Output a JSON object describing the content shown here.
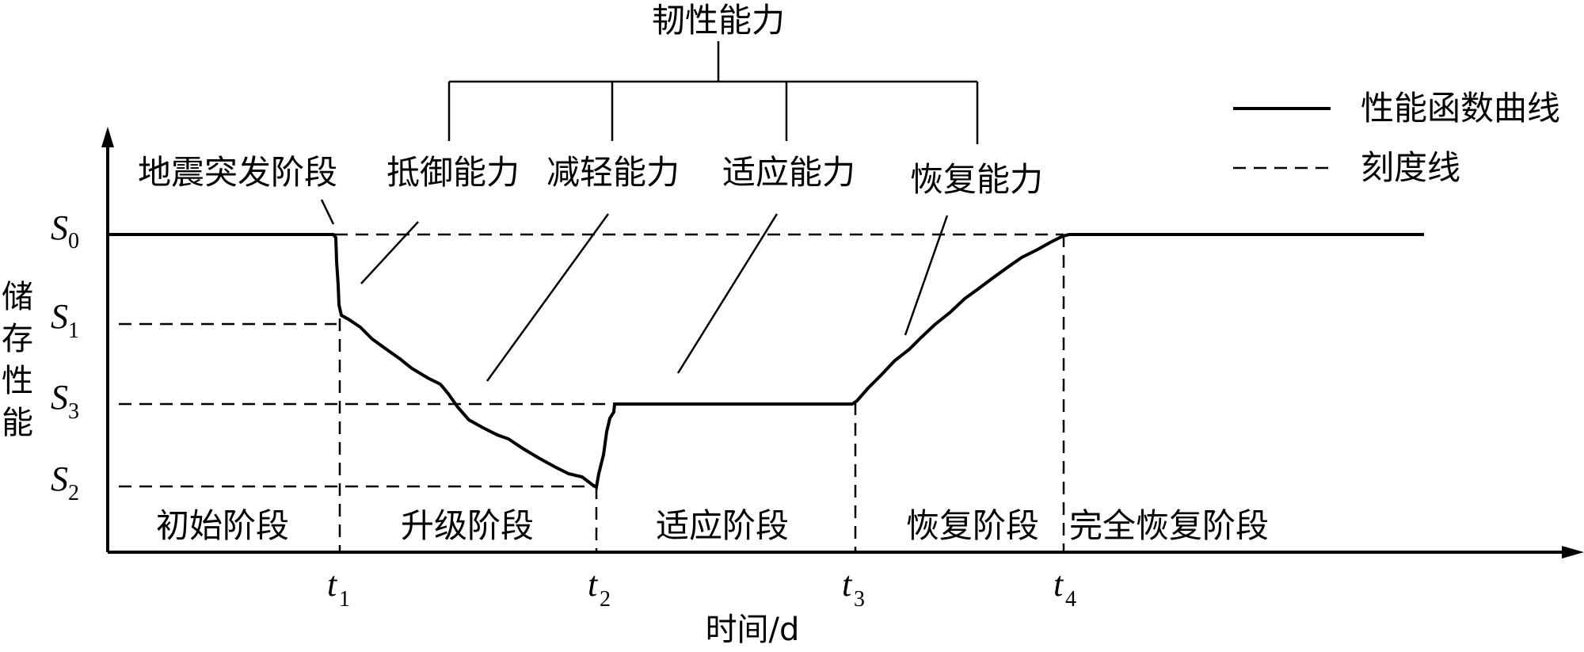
{
  "resilience": {
    "label": "韧性能力"
  },
  "abilities": [
    {
      "key": "resistance",
      "label": "抵御能力"
    },
    {
      "key": "mitigation",
      "label": "减轻能力"
    },
    {
      "key": "adaptation",
      "label": "适应能力"
    },
    {
      "key": "recovery",
      "label": "恢复能力"
    }
  ],
  "onset": {
    "label": "地震突发阶段"
  },
  "legend": {
    "solid_label": "性能函数曲线",
    "dashed_label": "刻度线"
  },
  "y_axis": {
    "label": "储存性能",
    "levels": [
      {
        "main": "S",
        "sub": "0"
      },
      {
        "main": "S",
        "sub": "1"
      },
      {
        "main": "S",
        "sub": "3"
      },
      {
        "main": "S",
        "sub": "2"
      }
    ]
  },
  "x_axis": {
    "label": "时间/d",
    "ticks": [
      {
        "main": "t",
        "sub": "1"
      },
      {
        "main": "t",
        "sub": "2"
      },
      {
        "main": "t",
        "sub": "3"
      },
      {
        "main": "t",
        "sub": "4"
      }
    ]
  },
  "stages": [
    {
      "label": "初始阶段"
    },
    {
      "label": "升级阶段"
    },
    {
      "label": "适应阶段"
    },
    {
      "label": "恢复阶段"
    },
    {
      "label": "完全恢复阶段"
    }
  ]
}
